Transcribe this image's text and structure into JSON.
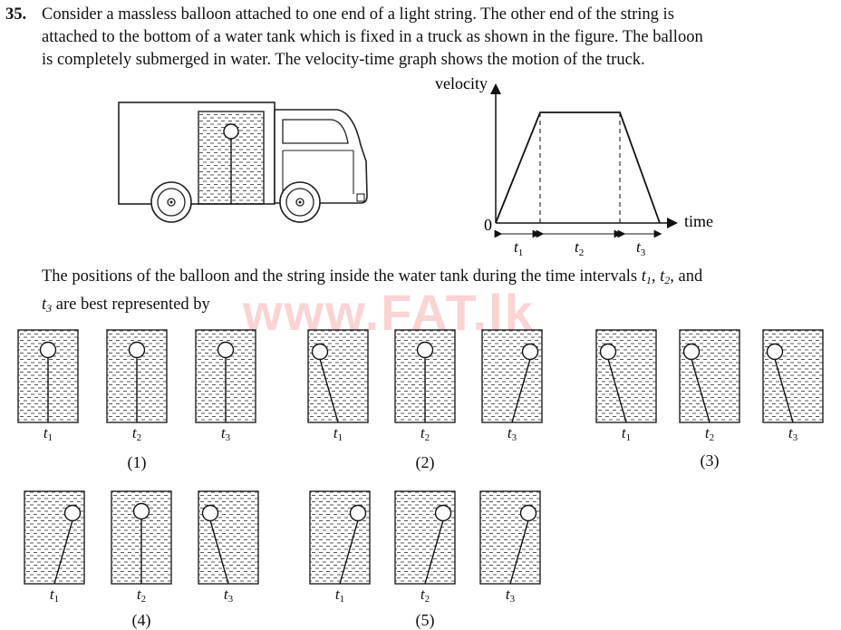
{
  "question": {
    "number": "35.",
    "lines": [
      "Consider a massless balloon attached to one end of a light string. The other end of the string is",
      "attached to the bottom of a water tank which is fixed in a truck as shown in the figure. The balloon",
      "is completely submerged in water. The velocity-time graph shows the motion of the truck."
    ]
  },
  "graph": {
    "y_label": "velocity",
    "x_label": "time",
    "origin": "0",
    "interval_symbol": "t",
    "interval_subs": [
      "1",
      "2",
      "3"
    ]
  },
  "chart_data": {
    "type": "line",
    "title": "",
    "xlabel": "time",
    "ylabel": "velocity",
    "x": [
      0,
      1,
      2,
      3
    ],
    "values": [
      0,
      1,
      1,
      0
    ],
    "interval_labels": [
      "t1",
      "t2",
      "t3"
    ]
  },
  "interval_text": {
    "line1_a": "The positions of the balloon and the string inside the water tank during the time intervals",
    "t": "t",
    "s1": "1",
    "s2": "2",
    "s3": "3",
    "comma": ",",
    "and": "and",
    "line2_rest": "are best represented by"
  },
  "watermark": "www.FAT.lk",
  "options": [
    {
      "label": "(1)",
      "tanks": [
        {
          "symbol": "t",
          "sub": "1",
          "tilt": "none"
        },
        {
          "symbol": "t",
          "sub": "2",
          "tilt": "none"
        },
        {
          "symbol": "t",
          "sub": "3",
          "tilt": "none"
        }
      ]
    },
    {
      "label": "(2)",
      "tanks": [
        {
          "symbol": "t",
          "sub": "1",
          "tilt": "left"
        },
        {
          "symbol": "t",
          "sub": "2",
          "tilt": "none"
        },
        {
          "symbol": "t",
          "sub": "3",
          "tilt": "right"
        }
      ]
    },
    {
      "label": "(3)",
      "tanks": [
        {
          "symbol": "t",
          "sub": "1",
          "tilt": "left"
        },
        {
          "symbol": "t",
          "sub": "2",
          "tilt": "left"
        },
        {
          "symbol": "t",
          "sub": "3",
          "tilt": "left"
        }
      ]
    },
    {
      "label": "(4)",
      "tanks": [
        {
          "symbol": "t",
          "sub": "1",
          "tilt": "right"
        },
        {
          "symbol": "t",
          "sub": "2",
          "tilt": "none"
        },
        {
          "symbol": "t",
          "sub": "3",
          "tilt": "left"
        }
      ]
    },
    {
      "label": "(5)",
      "tanks": [
        {
          "symbol": "t",
          "sub": "1",
          "tilt": "right"
        },
        {
          "symbol": "t",
          "sub": "2",
          "tilt": "right"
        },
        {
          "symbol": "t",
          "sub": "3",
          "tilt": "right"
        }
      ]
    }
  ]
}
